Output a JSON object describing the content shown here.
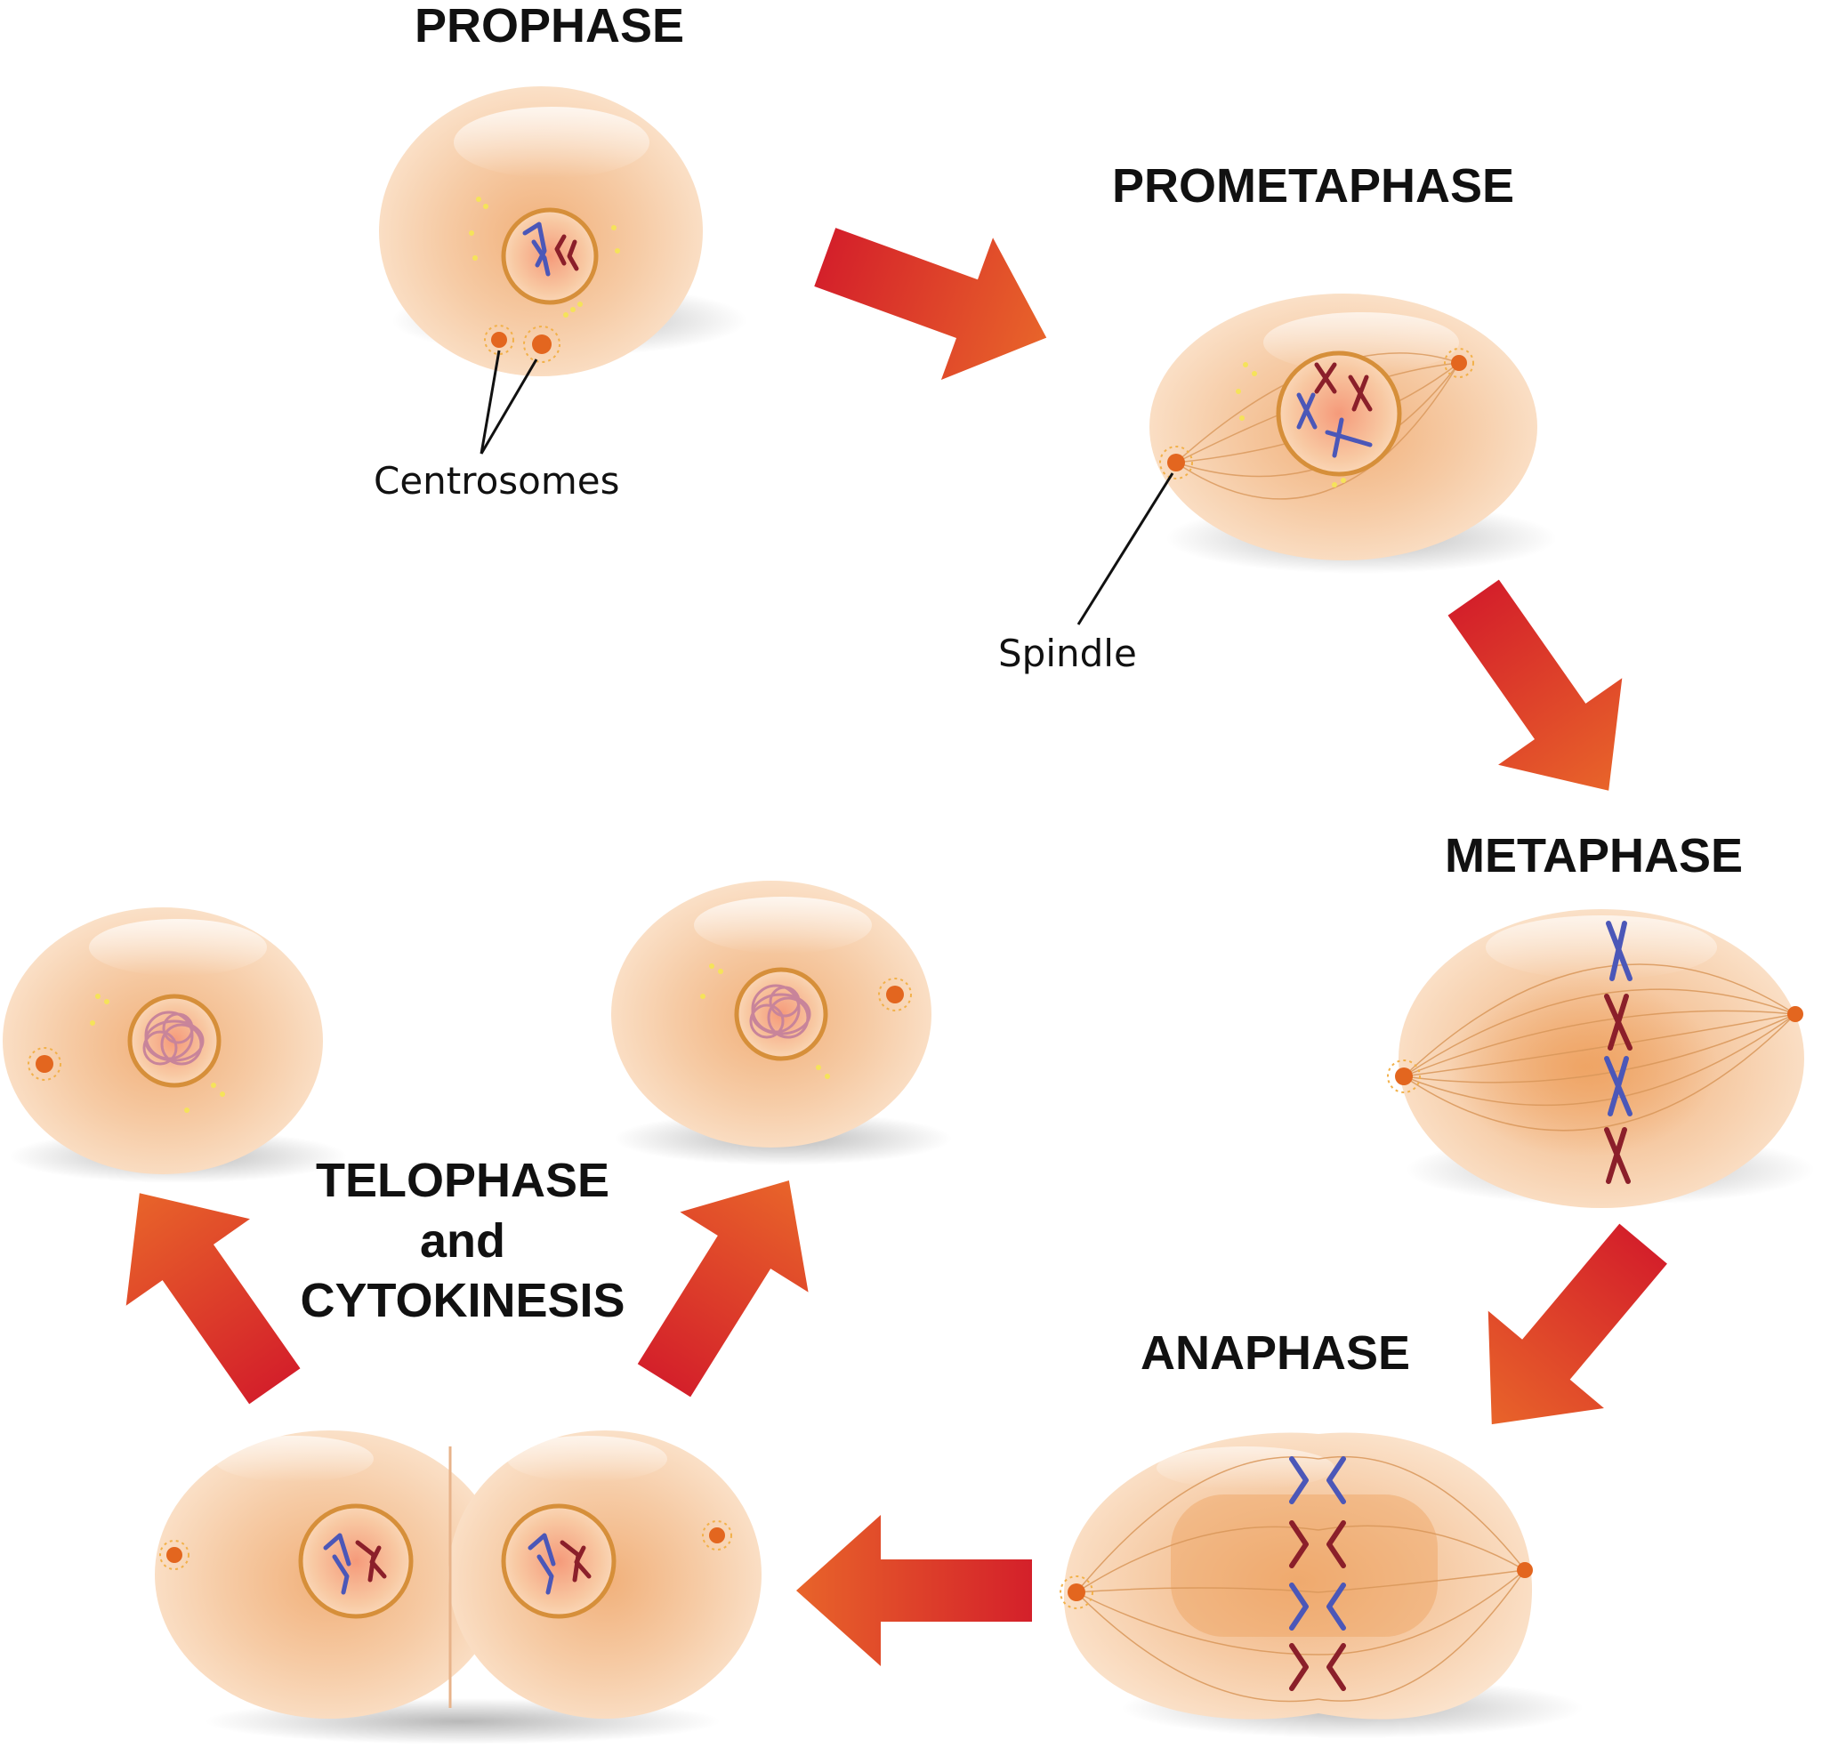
{
  "titles": {
    "prophase": "PROPHASE",
    "prometaphase": "PROMETAPHASE",
    "metaphase": "METAPHASE",
    "anaphase": "ANAPHASE",
    "telophase_line1": "TELOPHASE",
    "telophase_line2": "and",
    "telophase_line3": "CYTOKINESIS"
  },
  "labels": {
    "centrosomes": "Centrosomes",
    "spindle": "Spindle"
  },
  "colors": {
    "cell_fill": "#f8d5b5",
    "cell_center": "#f0b27e",
    "nucleus_fill": "#f7c9a4",
    "nucleus_rim": "#d07a2a",
    "chromosome_blue": "#4b57b8",
    "chromosome_red": "#8b1f2a",
    "arrow_red": "#d92a25",
    "arrow_orange": "#e35b24",
    "centrosome": "#e3661f"
  }
}
